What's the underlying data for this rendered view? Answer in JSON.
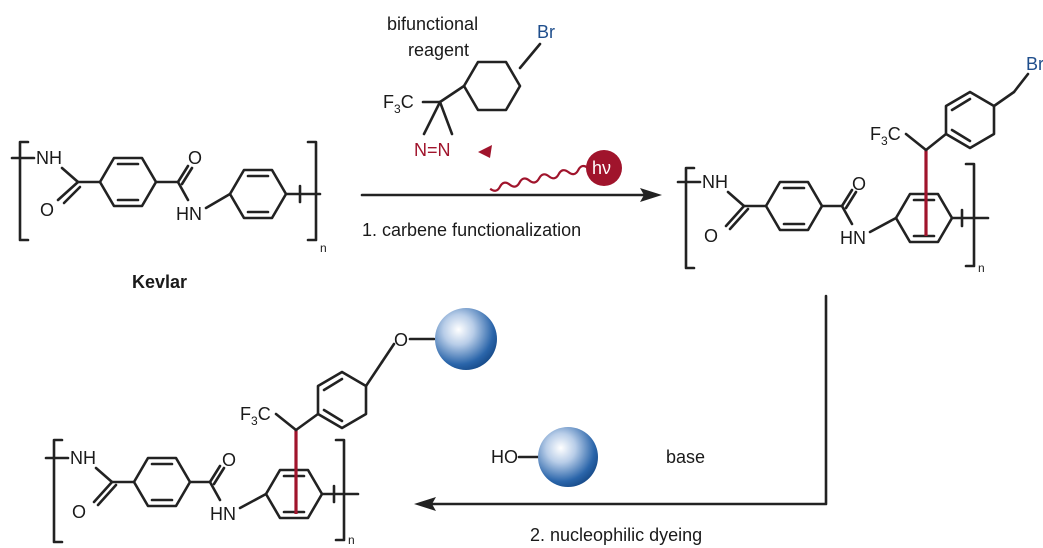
{
  "labels": {
    "kevlar": "Kevlar",
    "reagent_line1": "bifunctional",
    "reagent_line2": "reagent",
    "step1": "1. carbene functionalization",
    "step2": "2. nucleophilic dyeing",
    "base": "base",
    "hv": "hν"
  },
  "atoms": {
    "nh": "NH",
    "hn": "HN",
    "o": "O",
    "n_eq_n": "N=N",
    "br": "Br",
    "f3c_f": "F",
    "f3c_3": "3",
    "f3c_c": "C",
    "n_subscript": "n",
    "ho": "HO"
  },
  "colors": {
    "bond": "#222222",
    "carbene_bond": "#a0142c",
    "bromine": "#1f4e8c",
    "hv_circle": "#a0142c",
    "dye_sphere": "#1f5ea8"
  }
}
